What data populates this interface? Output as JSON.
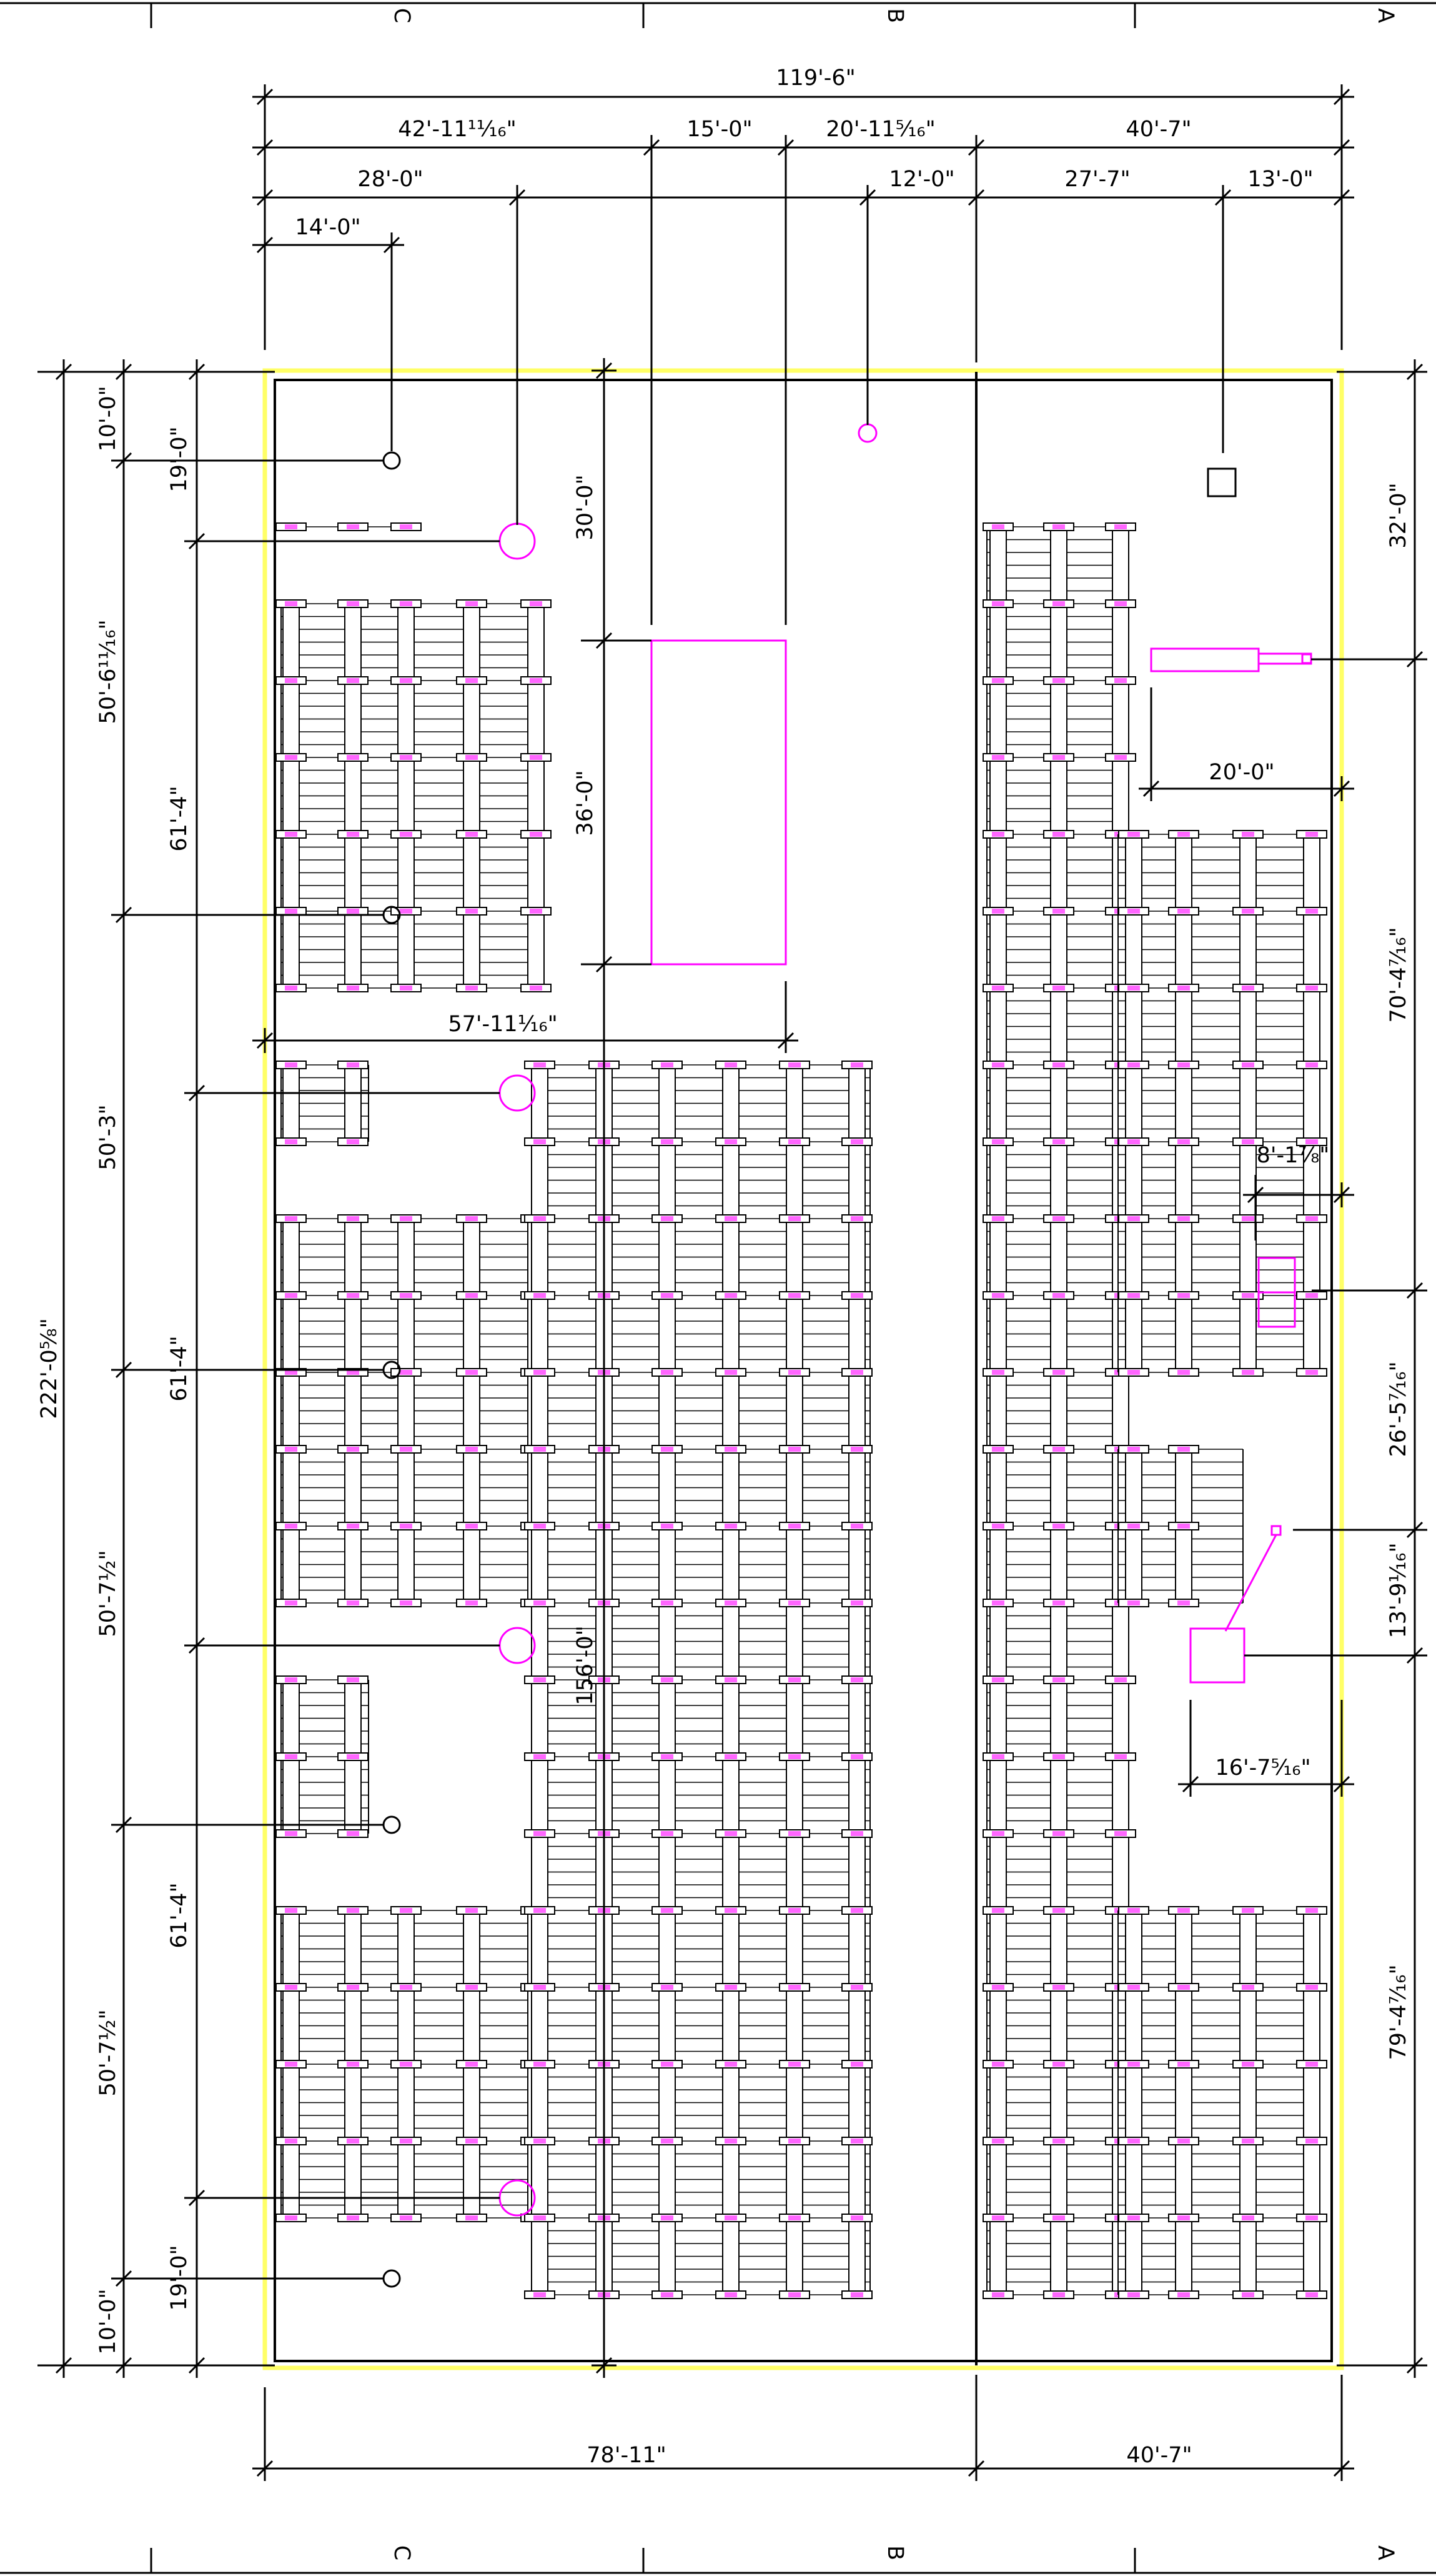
{
  "grid_labels": [
    "C",
    "B",
    "A"
  ],
  "colors": {
    "line": "#000000",
    "magenta": "#ff00ff",
    "yellow": "#ffff66",
    "background": "#ffffff"
  },
  "top_dims": {
    "overall": "119'-6\"",
    "row2": [
      "42'-11¹¹⁄₁₆\"",
      "15'-0\"",
      "20'-11⁵⁄₁₆\"",
      "40'-7\""
    ],
    "row3": [
      "28'-0\"",
      "12'-0\"",
      "27'-7\"",
      "13'-0\""
    ],
    "row4": [
      "14'-0\""
    ]
  },
  "bottom_dims": [
    "78'-11\"",
    "40'-7\""
  ],
  "left_dims": {
    "overall": "222'-0⁵⁄₈\"",
    "col_outer": [
      "10'-0\"",
      "50'-6¹¹⁄₁₆\"",
      "50'-3\"",
      "50'-7½\"",
      "50'-7½\"",
      "10'-0\""
    ],
    "col_inner": [
      "19'-0\"",
      "61'-4\"",
      "61'-4\"",
      "61'-4\"",
      "19'-0\""
    ]
  },
  "right_dims": [
    "32'-0\"",
    "70'-4⁷⁄₁₆\"",
    "26'-5⁷⁄₁₆\"",
    "13'-9¹⁄₁₆\"",
    "79'-4⁷⁄₁₆\""
  ],
  "inner_dims": {
    "d30": "30'-0\"",
    "d36": "36'-0\"",
    "d57": "57'-11¹⁄₁₆\"",
    "d156": "156'-0\"",
    "d20": "20'-0\"",
    "d8": "8'-1⁷⁄₈\"",
    "d16": "16'-7⁵⁄₁₆\""
  }
}
